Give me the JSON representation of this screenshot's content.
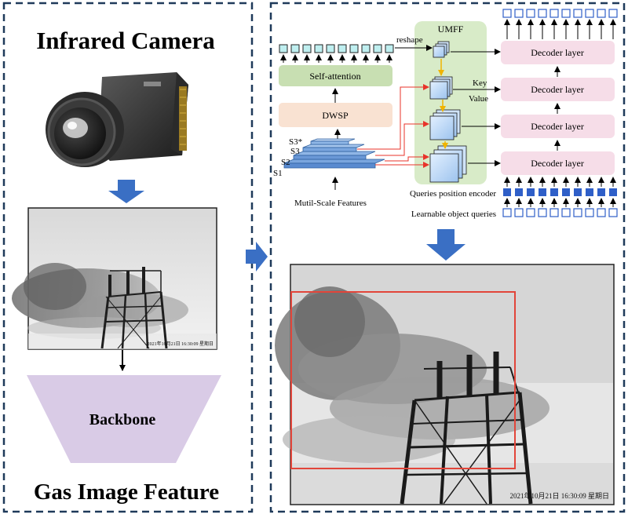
{
  "left_panel": {
    "title": "Infrared Camera",
    "backbone_label": "Backbone",
    "footer": "Gas Image Feature"
  },
  "right_panel": {
    "reshape_label": "reshape",
    "umff_label": "UMFF",
    "self_attention_label": "Self-attention",
    "dwsp_label": "DWSP",
    "scales": [
      "S3*",
      "S3",
      "S2",
      "S1"
    ],
    "multi_scale_label": "Mutil-Scale Features",
    "key_label": "Key",
    "value_label": "Value",
    "decoder_layers": [
      "Decoder layer",
      "Decoder layer",
      "Decoder layer",
      "Decoder layer"
    ],
    "queries_position_label": "Queries position encoder",
    "object_queries_label": "Learnable object queries",
    "timestamp": "2021年10月21日 16:30:09 星期日"
  },
  "colors": {
    "border": "#1f3a5a",
    "arrow_blue": "#3a6fc4",
    "self_attention": "#c8dfb2",
    "dwsp": "#f9e2d2",
    "umff_bg": "#d8ebc8",
    "decoder": "#f6dde8",
    "query_blue": "#2f5fc8",
    "detection_box": "#e2453a"
  }
}
